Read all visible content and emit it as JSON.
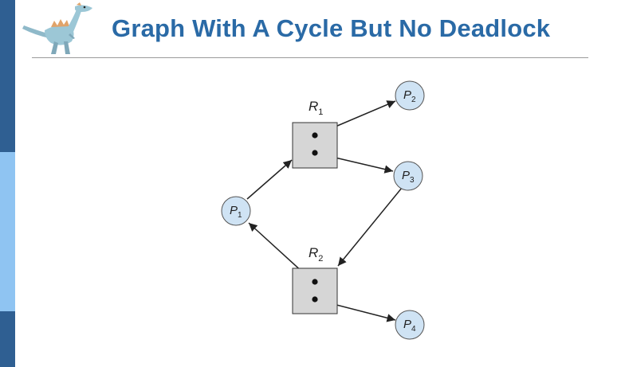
{
  "slide": {
    "title": "Graph With A Cycle But No Deadlock",
    "accent_color": "#2a6aa6",
    "strip_dark_color": "#2f5f92",
    "strip_light_color": "#8fc4f2"
  },
  "logo": {
    "icon": "dinosaur-logo-icon"
  },
  "diagram": {
    "resources": [
      {
        "letter": "R",
        "index": "1",
        "instances": 2
      },
      {
        "letter": "R",
        "index": "2",
        "instances": 2
      }
    ],
    "processes": [
      {
        "letter": "P",
        "index": "1"
      },
      {
        "letter": "P",
        "index": "2"
      },
      {
        "letter": "P",
        "index": "3"
      },
      {
        "letter": "P",
        "index": "4"
      }
    ],
    "edges": [
      {
        "from": "P1",
        "to": "R1",
        "kind": "request"
      },
      {
        "from": "R1",
        "to": "P2",
        "kind": "assignment"
      },
      {
        "from": "R1",
        "to": "P3",
        "kind": "assignment"
      },
      {
        "from": "P3",
        "to": "R2",
        "kind": "request"
      },
      {
        "from": "R2",
        "to": "P1",
        "kind": "assignment"
      },
      {
        "from": "R2",
        "to": "P4",
        "kind": "assignment"
      }
    ],
    "process_fill": "#cfe3f4",
    "resource_fill": "#d6d6d6"
  }
}
